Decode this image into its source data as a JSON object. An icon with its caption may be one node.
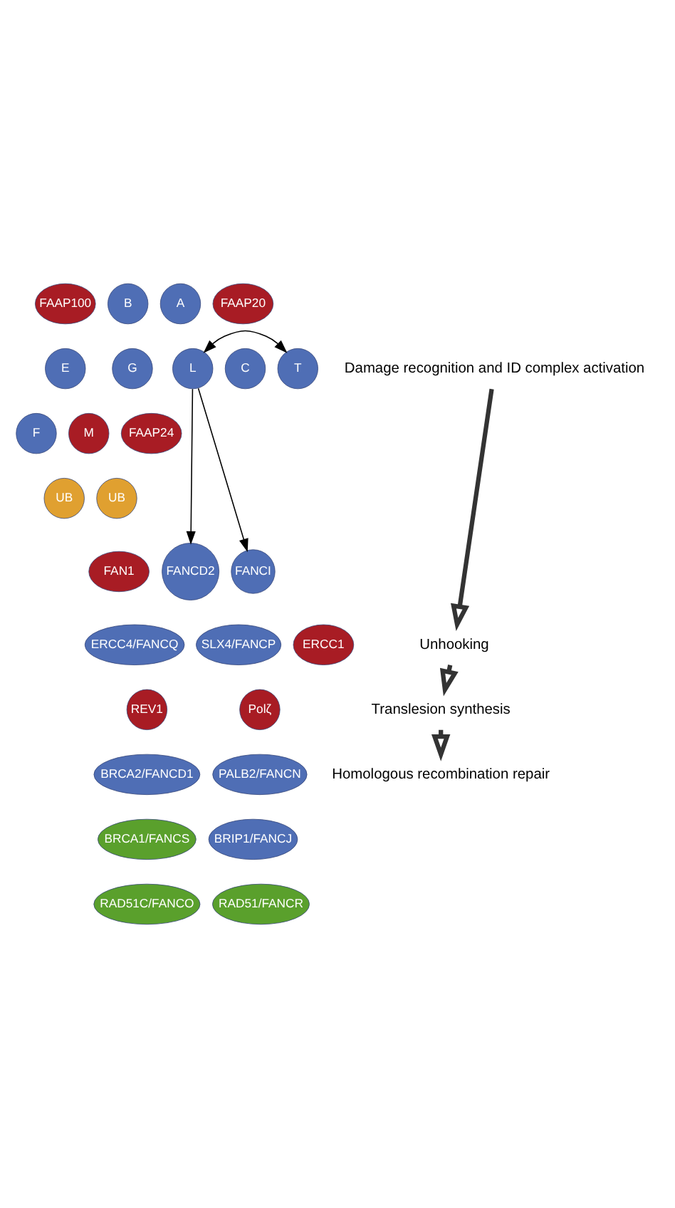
{
  "diagram": {
    "nodes": [
      {
        "text": [
          "FAAP100"
        ]
      },
      {
        "text": [
          "B"
        ]
      },
      {
        "text": [
          "A"
        ]
      },
      {
        "text": [
          "FAAP20"
        ]
      },
      {
        "text": [
          "G"
        ]
      },
      {
        "text": [
          "E"
        ]
      },
      {
        "text": [
          "L"
        ]
      },
      {
        "text": [
          "C"
        ]
      },
      {
        "text": [
          "T"
        ]
      },
      {
        "text": [
          "F"
        ]
      },
      {
        "text": [
          "M"
        ]
      },
      {
        "text": [
          "FAAP24"
        ]
      },
      {
        "text": [
          "UB"
        ]
      },
      {
        "text": [
          "UB"
        ]
      },
      {
        "text": [
          "FANCD2"
        ]
      },
      {
        "text": [
          "FANCI"
        ]
      },
      {
        "text": [
          "FAN1"
        ]
      },
      {
        "text": [
          "Damage recognition and ID complex activation"
        ]
      },
      {
        "text": [
          "Unhooking"
        ]
      },
      {
        "text": [
          "Translesion synthesis"
        ]
      },
      {
        "text": [
          "Homologous recombination repair"
        ]
      },
      {
        "text": [
          "SLX4/FANCP"
        ]
      },
      {
        "text": [
          "ERCC4/FANCQ"
        ]
      },
      {
        "text": [
          "ERCC1"
        ]
      },
      {
        "text": [
          "REV1"
        ]
      },
      {
        "text": [
          "Polζ"
        ]
      },
      {
        "text": [
          "BRCA2/FANCD1"
        ]
      },
      {
        "text": [
          "PALB2/FANCN"
        ]
      },
      {
        "text": [
          "BRCA1/FANCS"
        ]
      },
      {
        "text": [
          "BRIP1/FANCJ"
        ]
      },
      {
        "text": [
          "RAD51C/FANCO"
        ]
      },
      {
        "text": [
          "RAD51/FANCR"
        ]
      }
    ],
    "edges": [
      {
        "from": 6,
        "to": 8,
        "arrow": "both"
      },
      {
        "from": 6,
        "to": 14,
        "arrow": "to"
      },
      {
        "from": 6,
        "to": 15,
        "arrow": "to"
      },
      {
        "from": 17,
        "to": 18,
        "arrow": "to",
        "style": "thick"
      },
      {
        "from": 18,
        "to": 19,
        "arrow": "to",
        "style": "thick"
      },
      {
        "from": 19,
        "to": 20,
        "arrow": "to",
        "style": "thick"
      }
    ]
  }
}
